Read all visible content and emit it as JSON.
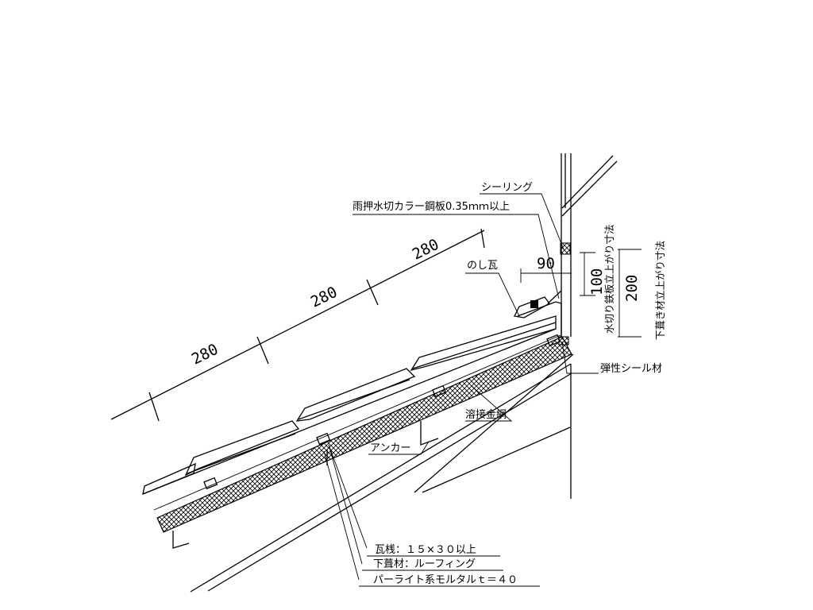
{
  "labels": {
    "sealing": "シーリング",
    "flashing": "雨押水切カラー鋼板0.35ｍｍ以上",
    "noshi": "のし瓦",
    "elastic_seal": "弾性シール材",
    "welded_mesh": "溶接金網",
    "anchor": "アンカー",
    "batten": "瓦桟：１５×３０以上",
    "underlay": "下葺材：ルーフィング",
    "mortar": "パーライト系モルタルｔ＝４０"
  },
  "dimensions": {
    "pitch_1": "280",
    "pitch_2": "280",
    "pitch_3": "280",
    "offset": "90",
    "flashing_rise": "100",
    "underlay_rise": "200"
  },
  "vertical_labels": {
    "flashing_rise": "水切り鉄板立上がり寸法",
    "underlay_rise": "下葺き材立上がり寸法"
  }
}
